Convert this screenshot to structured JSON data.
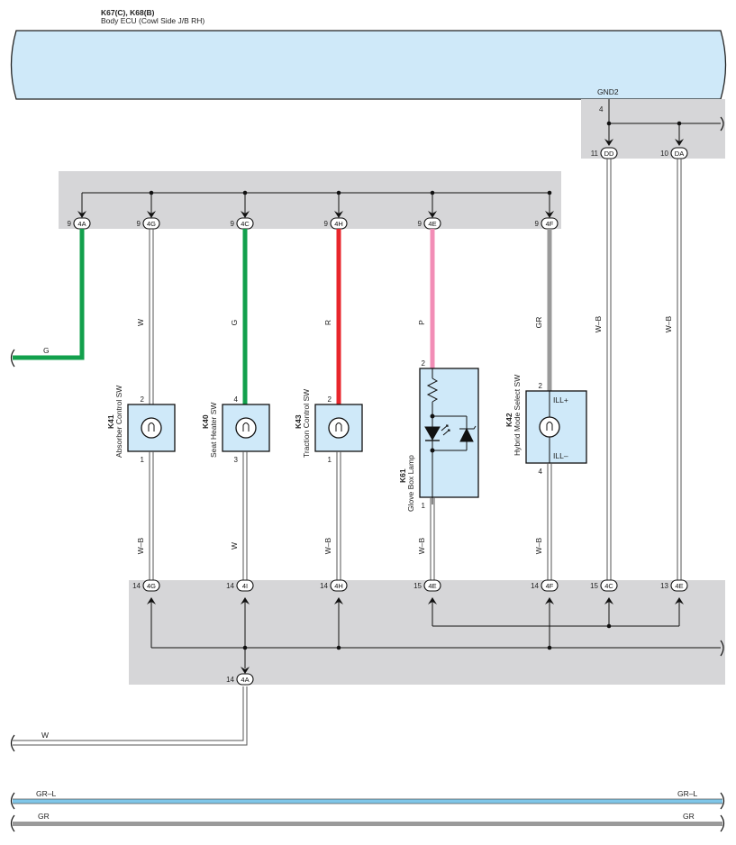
{
  "ecu": {
    "code": "K67(C), K68(B)",
    "name": "Body ECU (Cowl Side J/B RH)",
    "gnd_label": "GND2",
    "gnd_pin": "4"
  },
  "colors": {
    "ecu_fill": "#cfe9f9",
    "panel": "#d6d6d8",
    "switch_fill": "#cfe9f9",
    "wire_G": "#12a04c",
    "wire_R": "#e8262c",
    "wire_P": "#f28db6",
    "wire_GR": "#9a9a9a",
    "wire_GRL": "#7fc6e8"
  },
  "top_connectors": [
    {
      "pin": "9",
      "conn": "4A",
      "wire": "G"
    },
    {
      "pin": "9",
      "conn": "4G",
      "wire": "W"
    },
    {
      "pin": "9",
      "conn": "4C",
      "wire": "G"
    },
    {
      "pin": "9",
      "conn": "4H",
      "wire": "R"
    },
    {
      "pin": "9",
      "conn": "4E",
      "wire": "P"
    },
    {
      "pin": "9",
      "conn": "4F",
      "wire": "GR"
    }
  ],
  "gnd_connectors": [
    {
      "pin": "11",
      "conn": "DD",
      "wire": "W–B"
    },
    {
      "pin": "10",
      "conn": "DA",
      "wire": "W–B"
    }
  ],
  "components": [
    {
      "code": "K41",
      "name": "Absorber Control SW",
      "pin_top": "2",
      "pin_bottom": "1"
    },
    {
      "code": "K40",
      "name": "Seat Heater SW",
      "pin_top": "4",
      "pin_bottom": "3"
    },
    {
      "code": "K43",
      "name": "Traction Control SW",
      "pin_top": "2",
      "pin_bottom": "1"
    },
    {
      "code": "K61",
      "name": "Glove Box Lamp",
      "pin_top": "2",
      "pin_bottom": "1"
    },
    {
      "code": "K42",
      "name": "Hybrid Mode Select SW",
      "pin_top": "2",
      "pin_bottom": "4",
      "ill_plus": "ILL+",
      "ill_minus": "ILL–"
    }
  ],
  "lower_wires": [
    "W–B",
    "W",
    "W–B",
    "W–B",
    "W–B"
  ],
  "bottom_connectors": [
    {
      "pin": "14",
      "conn": "4G"
    },
    {
      "pin": "14",
      "conn": "4I"
    },
    {
      "pin": "14",
      "conn": "4H"
    },
    {
      "pin": "15",
      "conn": "4E"
    },
    {
      "pin": "14",
      "conn": "4F"
    },
    {
      "pin": "15",
      "conn": "4C"
    },
    {
      "pin": "13",
      "conn": "4E"
    }
  ],
  "junction_connector": {
    "pin": "14",
    "conn": "4A"
  },
  "left_wires": {
    "g_label": "G",
    "w_label": "W"
  },
  "bus_wires": {
    "grl_label": "GR–L",
    "gr_label": "GR"
  }
}
